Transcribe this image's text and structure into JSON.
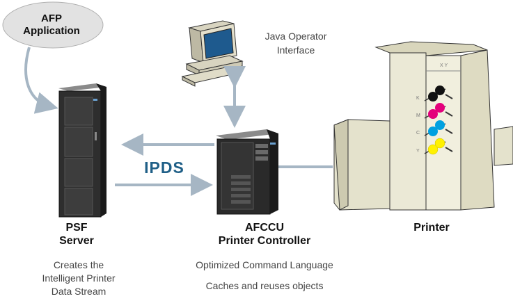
{
  "app_bubble": {
    "line1": "AFP",
    "line2": "Application"
  },
  "operator": {
    "line1": "Java Operator",
    "line2": "Interface"
  },
  "protocol": {
    "label": "IPDS"
  },
  "psf": {
    "title1": "PSF",
    "title2": "Server",
    "desc": [
      "Creates the",
      "Intelligent Printer",
      "Data Stream"
    ]
  },
  "controller": {
    "title1": "AFCCU",
    "title2": "Printer Controller",
    "desc1": "Optimized Command Language",
    "desc2": "Caches and reuses objects"
  },
  "printer": {
    "title": "Printer",
    "toner_colors": [
      "K",
      "M",
      "C",
      "Y"
    ],
    "header_text": "X   Y"
  },
  "colors": {
    "arrow": "#a6b6c4",
    "ipds": "#1f5f87",
    "bubble": "#e2e2e2",
    "black": "#111111",
    "magenta": "#e4007c",
    "cyan": "#00a0e0",
    "yellow": "#fff100"
  }
}
